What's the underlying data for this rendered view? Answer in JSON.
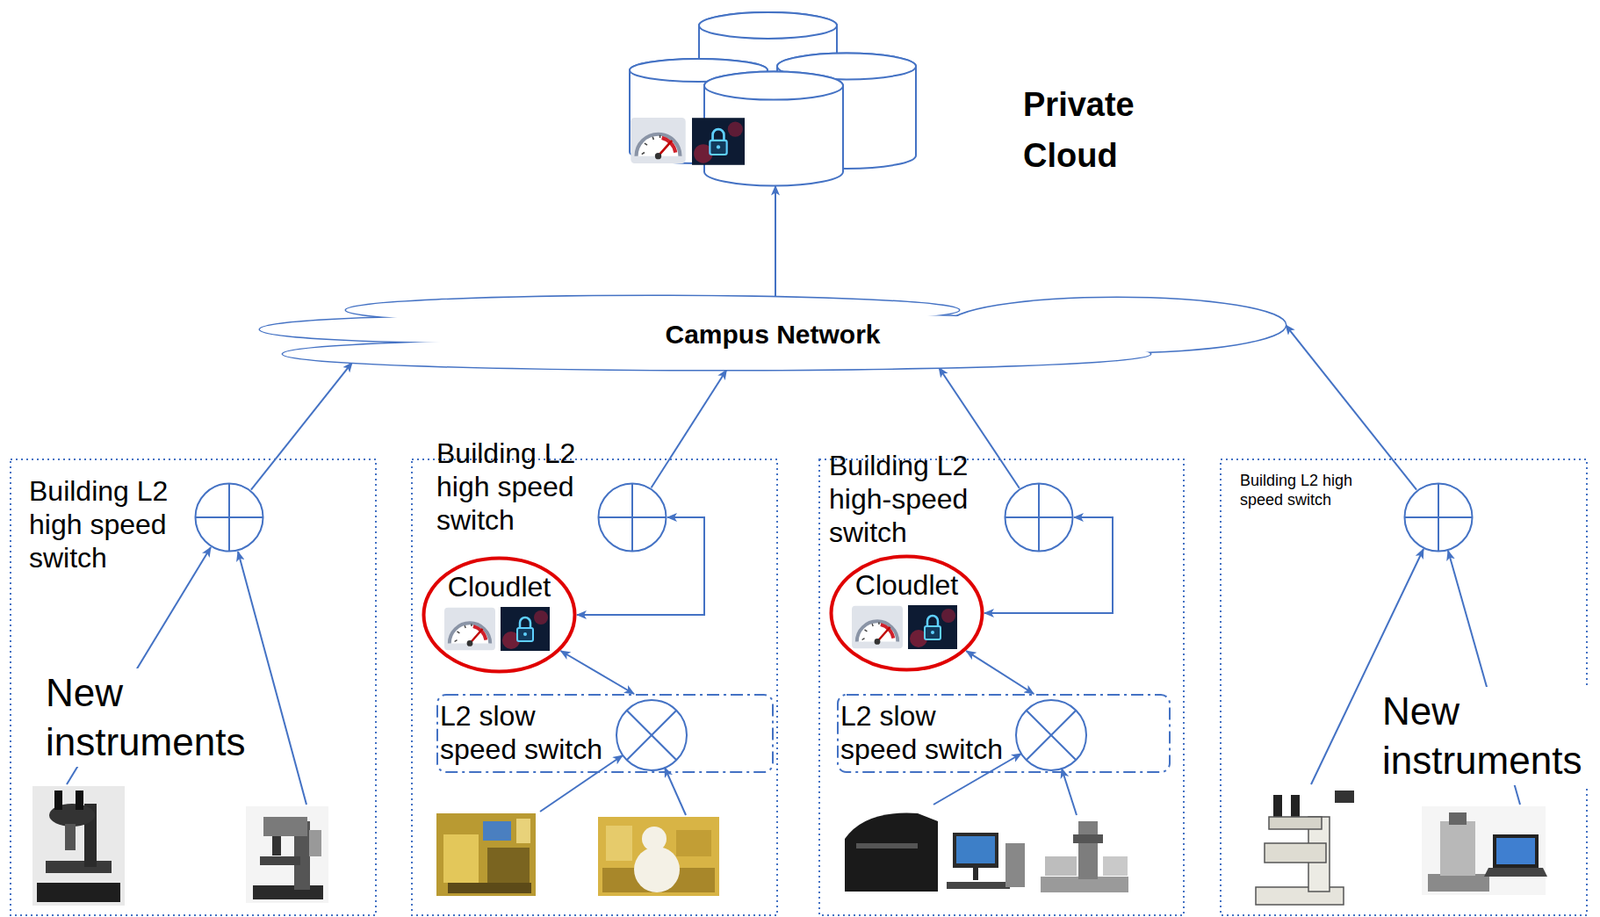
{
  "diagram": {
    "nodes": [
      {
        "text": [
          "Private Cloud"
        ]
      },
      {
        "text": [
          "Campus Network"
        ]
      },
      {
        "text": [
          "Building L2 high speed switch"
        ]
      },
      {
        "text": [
          "Building L2 high speed switch"
        ]
      },
      {
        "text": [
          "Cloudlet"
        ]
      },
      {
        "text": [
          "L2 slow speed switch"
        ]
      },
      {
        "text": [
          "Building L2 high-speed switch"
        ]
      },
      {
        "text": [
          "Cloudlet"
        ]
      },
      {
        "text": [
          "L2 slow speed switch"
        ]
      },
      {
        "text": [
          "Building L2 high speed switch"
        ]
      }
    ],
    "edges": [
      {
        "from": 1,
        "to": 0,
        "arrow": "to"
      },
      {
        "from": 2,
        "to": 1,
        "arrow": "to"
      },
      {
        "from": 3,
        "to": 1,
        "arrow": "to"
      },
      {
        "from": 3,
        "to": 4,
        "arrow": "both"
      },
      {
        "from": 4,
        "to": 5,
        "arrow": "both"
      },
      {
        "from": 6,
        "to": 1,
        "arrow": "to"
      },
      {
        "from": 6,
        "to": 7,
        "arrow": "both"
      },
      {
        "from": 7,
        "to": 8,
        "arrow": "both"
      },
      {
        "from": 9,
        "to": 1,
        "arrow": "to"
      }
    ],
    "labels": [
      "New instruments",
      "New instruments"
    ]
  }
}
